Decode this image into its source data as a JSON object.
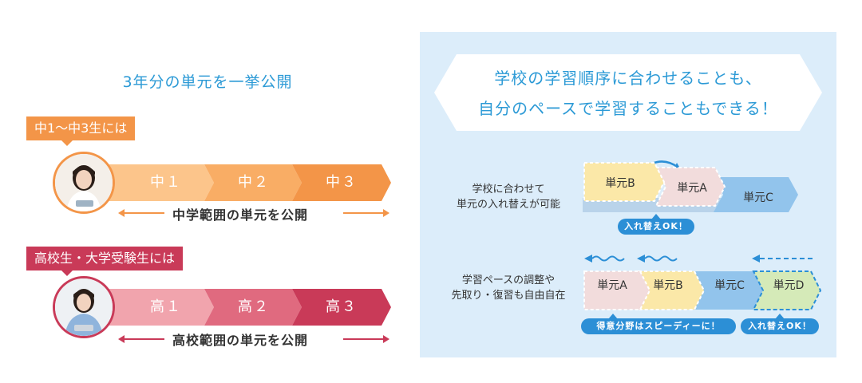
{
  "left": {
    "title": "3年分の単元を一挙公開",
    "junior": {
      "label": "中1〜中3生には",
      "steps": [
        "中１",
        "中２",
        "中３"
      ],
      "caption": "中学範囲の単元を公開",
      "colors": [
        "#fcc58b",
        "#f9ad65",
        "#f39548"
      ]
    },
    "high": {
      "label": "高校生・大学受験生には",
      "steps": [
        "高１",
        "高２",
        "高３"
      ],
      "caption": "高校範囲の単元を公開",
      "colors": [
        "#f1a4ad",
        "#e06a7f",
        "#c93a58"
      ]
    }
  },
  "right": {
    "heading_line1": "学校の学習順序に合わせることも、",
    "heading_line2": "自分のペースで学習することもできる！",
    "row1": {
      "side_line1": "学校に合わせて",
      "side_line2": "単元の入れ替えが可能",
      "blocks": [
        "単元B",
        "単元A",
        "単元C"
      ],
      "pill": "入れ替えOK！"
    },
    "row2": {
      "side_line1": "学習ペースの調整や",
      "side_line2": "先取り・復習も自由自在",
      "blocks": [
        "単元A",
        "単元B",
        "単元C",
        "単元D"
      ],
      "pill_left": "得意分野はスピーディーに！",
      "pill_right": "入れ替えOK！"
    }
  }
}
